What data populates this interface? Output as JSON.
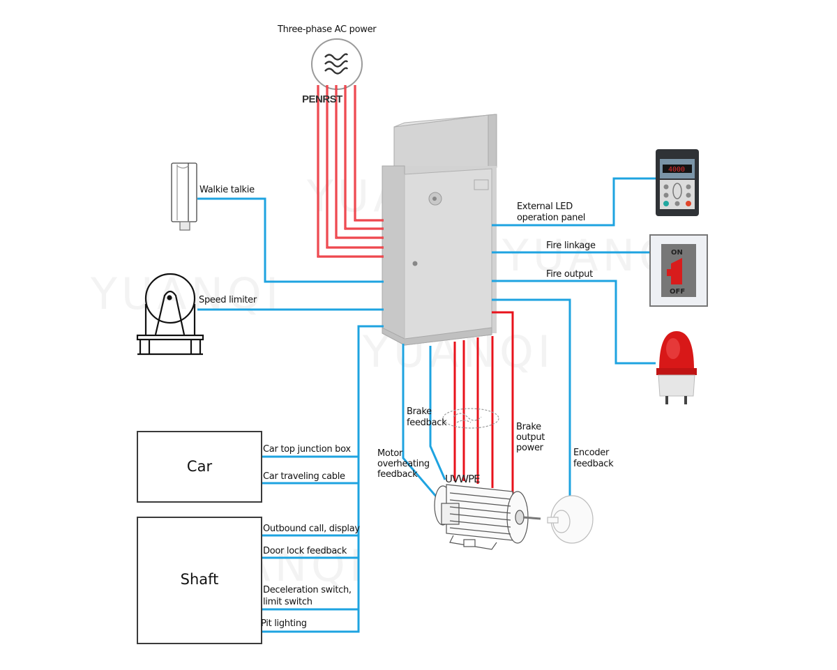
{
  "diagram": {
    "title": "Elevator controller wiring diagram",
    "colors": {
      "power_wire": "#e8121b",
      "signal_wire": "#1ea3e0",
      "cabinet": "#d9d9d9",
      "outline": "#3a3a3a"
    },
    "watermark": "YUANQI",
    "power_source": {
      "label": "Three-phase AC power",
      "icon": "ac-power-icon",
      "terminals": "PENRST"
    },
    "controller": {
      "icon": "control-cabinet-icon"
    },
    "left_devices": [
      {
        "id": "walkie-talkie",
        "label": "Walkie talkie",
        "icon": "intercom-handset-icon"
      },
      {
        "id": "speed-limiter",
        "label": "Speed limiter",
        "icon": "speed-governor-icon"
      }
    ],
    "right_devices": [
      {
        "id": "led-panel",
        "label_line1": "External LED",
        "label_line2": "operation panel",
        "icon": "led-keypad-icon",
        "display_value": "4000"
      },
      {
        "id": "fire-linkage",
        "label": "Fire linkage",
        "icon": "fire-switch-icon",
        "switch_on": "ON",
        "switch_off": "OFF"
      },
      {
        "id": "fire-output",
        "label": "Fire output",
        "icon": "warning-beacon-icon"
      }
    ],
    "motor_connections": {
      "brake_feedback": [
        "Brake",
        "feedback"
      ],
      "motor_overheating": [
        "Motor",
        "overheating",
        "feedback"
      ],
      "brake_output": [
        "Brake",
        "output",
        "power"
      ],
      "encoder_feedback": [
        "Encoder",
        "feedback"
      ],
      "phase_labels": "UVWPE",
      "motor_icon": "traction-motor-icon",
      "encoder_icon": "encoder-icon",
      "brake_icon": "brake-coil-icon"
    },
    "car_box": {
      "title": "Car",
      "connections": [
        "Car top junction box",
        "Car traveling cable"
      ]
    },
    "shaft_box": {
      "title": "Shaft",
      "connections": [
        "Outbound call, display",
        "Door lock feedback",
        "Deceleration switch,",
        "limit switch",
        "Pit lighting"
      ]
    }
  }
}
